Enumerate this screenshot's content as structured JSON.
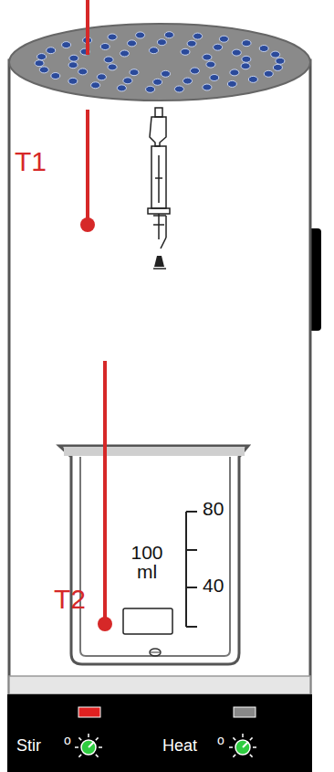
{
  "diagram": {
    "labels": [
      "T1",
      "80",
      "100 ml",
      "40",
      "T2",
      "Stir",
      "o",
      "Heat",
      "o"
    ]
  }
}
